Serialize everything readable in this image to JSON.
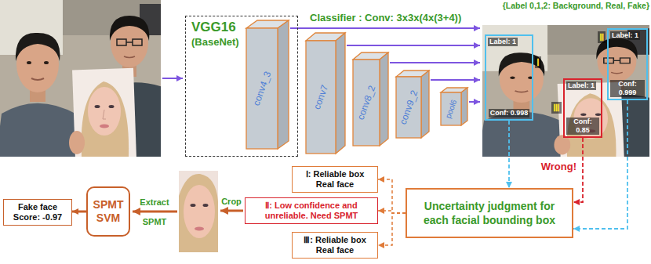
{
  "diagram": {
    "nodes": [
      {
        "text": [
          "VGG16",
          "(BaseNet)"
        ]
      },
      {
        "text": [
          "conv4_3"
        ],
        "in": 0
      },
      {
        "text": [
          "conv7"
        ]
      },
      {
        "text": [
          "conv8_2"
        ]
      },
      {
        "text": [
          "conv9_2"
        ]
      },
      {
        "text": [
          "pool6"
        ]
      },
      {
        "text": [
          "Label: 1",
          "Conf: 0.998",
          "Ⅰ"
        ]
      },
      {
        "text": [
          "Label: 1",
          "Conf: 0.999",
          "Ⅱ"
        ]
      },
      {
        "text": [
          "Label: 1",
          "Conf: 0.85",
          "Ⅲ"
        ]
      },
      {
        "text": [
          "Uncertainty judgment for each facial bounding box"
        ]
      },
      {
        "text": [
          "Ⅰ: Reliable box Real face"
        ]
      },
      {
        "text": [
          "Ⅱ: Low confidence and unreliable. Need SPMT"
        ]
      },
      {
        "text": [
          "Ⅲ: Reliable box Real face"
        ]
      },
      {
        "text": [
          "SPMT SVM"
        ]
      },
      {
        "text": [
          "Fake face Score: -0.97"
        ]
      }
    ],
    "edges": [
      {
        "from": 6,
        "to": 9,
        "arrow": "to"
      },
      {
        "from": 7,
        "to": 9,
        "arrow": "to"
      },
      {
        "from": 8,
        "to": 9,
        "label": "Wrong!",
        "arrow": "to"
      },
      {
        "from": 9,
        "to": 10,
        "arrow": "to"
      },
      {
        "from": 9,
        "to": 11,
        "arrow": "to"
      },
      {
        "from": 9,
        "to": 12,
        "arrow": "to"
      },
      {
        "from": 13,
        "to": 14,
        "arrow": "to"
      }
    ],
    "labels": [
      "Classifier : Conv: 3x3x(4x(3+4))",
      "{Label 0,1,2: Background, Real, Fake}",
      "Crop",
      "Extract",
      "SPMT"
    ]
  }
}
